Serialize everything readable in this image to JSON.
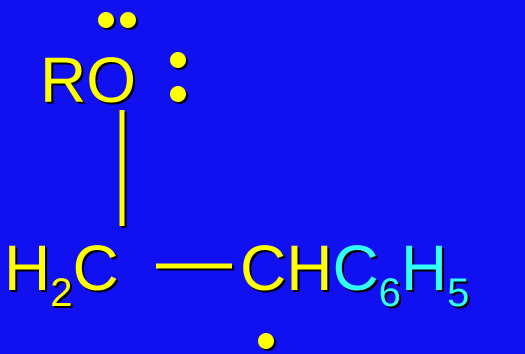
{
  "colors": {
    "background": "#1010f0",
    "main": "#ffff00",
    "phenyl": "#33ffff"
  },
  "alkoxy": {
    "r": "R",
    "o": "O"
  },
  "methylene": {
    "h": "H",
    "h_count": "2",
    "c": "C"
  },
  "methine": {
    "c": "C",
    "h": "H"
  },
  "phenyl": {
    "c": "C",
    "c_count": "6",
    "h": "H",
    "h_count": "5"
  }
}
